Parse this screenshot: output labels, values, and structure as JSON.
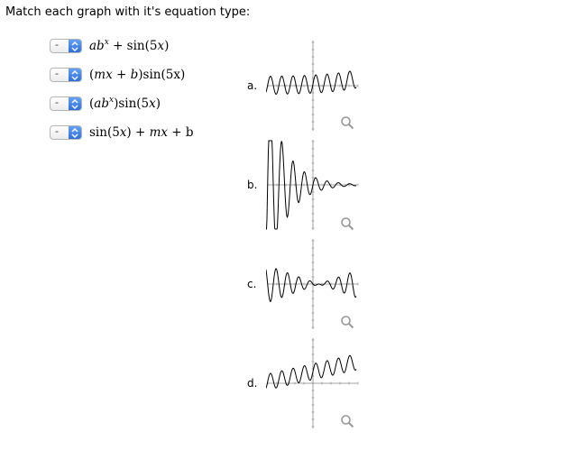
{
  "prompt": "Match each graph with it's equation type:",
  "dropdowns": [
    {
      "selected": "-",
      "equation": {
        "pre": "",
        "var1": "ab",
        "sup": "x",
        "post": " + sin(5",
        "var2": "x",
        "end": ")"
      }
    },
    {
      "selected": "-",
      "equation": {
        "pre": "(",
        "var1": "mx",
        "sup": "",
        "post": " + ",
        "var2": "b",
        "end": ")sin(5x)"
      }
    },
    {
      "selected": "-",
      "equation": {
        "pre": "(",
        "var1": "ab",
        "sup": "x",
        "post": ")sin(5",
        "var2": "x",
        "end": ")"
      }
    },
    {
      "selected": "-",
      "equation": {
        "pre": "sin(5",
        "var1": "x",
        "sup": "",
        "post": ") + ",
        "var2": "mx",
        "end": " + b"
      }
    }
  ],
  "graphs": [
    {
      "label": "a.",
      "type": "a"
    },
    {
      "label": "b.",
      "type": "b"
    },
    {
      "label": "c.",
      "type": "c"
    },
    {
      "label": "d.",
      "type": "d"
    }
  ]
}
